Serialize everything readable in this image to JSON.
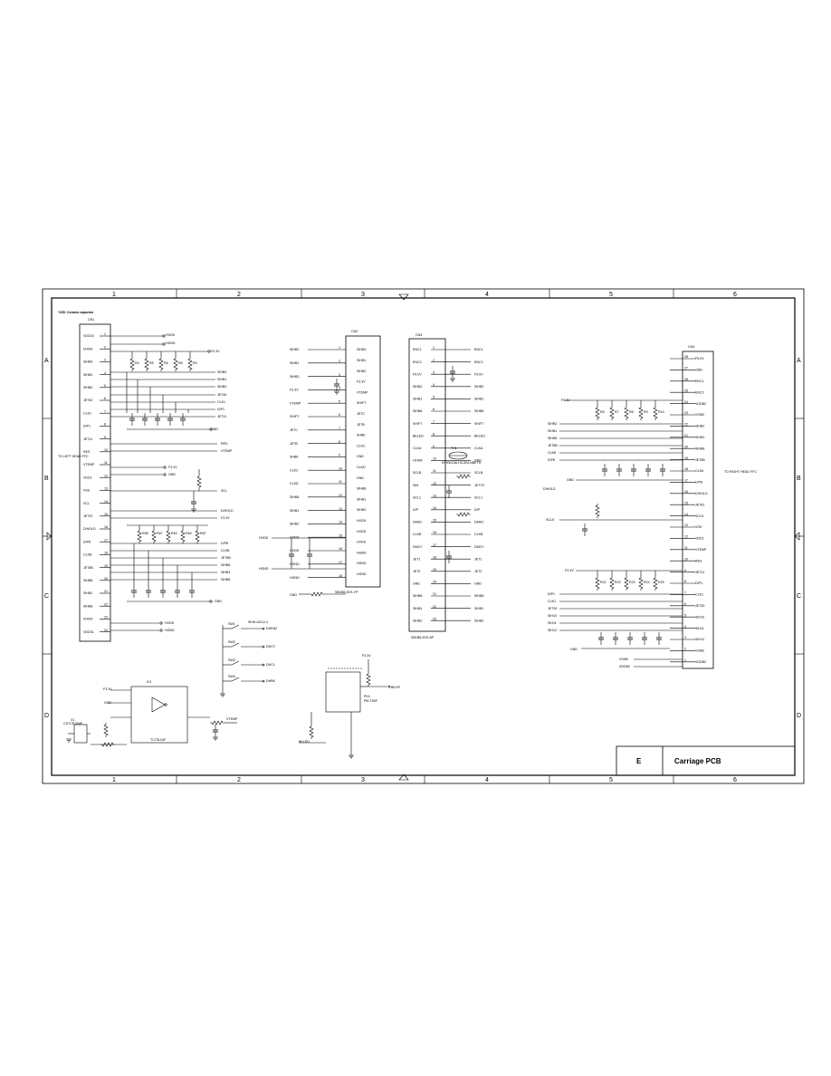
{
  "sheet": {
    "note": "*1/50: Ceramic capacitor",
    "columns": [
      "1",
      "2",
      "3",
      "4",
      "5",
      "6"
    ],
    "rows": [
      "A",
      "B",
      "C",
      "D"
    ],
    "block_letter": "E",
    "board_title": "Carriage PCB"
  },
  "cn1": {
    "ref": "CN1",
    "annotation": "TO LEFT HEAD FFC",
    "pins": [
      {
        "n": "1",
        "net": "VDD15"
      },
      {
        "n": "2",
        "net": "VHNO"
      },
      {
        "n": "3",
        "net": "SIHB3"
      },
      {
        "n": "4",
        "net": "SIHB1"
      },
      {
        "n": "5",
        "net": "SIHB2"
      },
      {
        "n": "6",
        "net": "JET40"
      },
      {
        "n": "7",
        "net": "CLK1"
      },
      {
        "n": "8",
        "net": "D/P1"
      },
      {
        "n": "9",
        "net": "JET11"
      },
      {
        "n": "10",
        "net": "RES"
      },
      {
        "n": "11",
        "net": "VTEMP"
      },
      {
        "n": "12",
        "net": "VDD1"
      },
      {
        "n": "13",
        "net": "VSS"
      },
      {
        "n": "14",
        "net": "SCL"
      },
      {
        "n": "15",
        "net": "JET20"
      },
      {
        "n": "16",
        "net": "D/HOLD"
      },
      {
        "n": "17",
        "net": "D/P8"
      },
      {
        "n": "18",
        "net": "CLKB"
      },
      {
        "n": "19",
        "net": "JET8B"
      },
      {
        "n": "20",
        "net": "SIHB8"
      },
      {
        "n": "21",
        "net": "SIHB1"
      },
      {
        "n": "22",
        "net": "SIHB8"
      },
      {
        "n": "23",
        "net": "VHNO"
      },
      {
        "n": "24",
        "net": "VDDSL"
      }
    ]
  },
  "cn2": {
    "ref": "CN2",
    "part": "SB1B8-2DS-YP",
    "left": [
      "SIHB2",
      "SIHB1",
      "SIHB3",
      "F3.3V",
      "VTEMP",
      "SHIFT",
      "JETC",
      "JETB",
      "SHBK",
      "CLKC",
      "CLKD",
      "SIHB8",
      "SIHB1",
      "SIHB2",
      "HVDD",
      "HVDD",
      "HGND",
      "HGND"
    ],
    "right": [
      "SIHB3",
      "SIHB1",
      "SIHB2",
      "F3.3V",
      "VTEMP",
      "SHIFT",
      "JETC",
      "JETB",
      "SHBK",
      "CLKC",
      "GND",
      "CLKD",
      "GND",
      "SIHB8",
      "SIHB1",
      "SIHB2",
      "HVDD",
      "HVDD",
      "HVDD",
      "HGND",
      "HGND",
      "HGND"
    ]
  },
  "cn3": {
    "ref": "CN3",
    "part": "SB1B8-2DS-6P",
    "left": [
      "ENC1",
      "ENC2",
      "F5.0V",
      "SIHB2",
      "SIHB1",
      "SIHB8",
      "SHIFT",
      "BKLED",
      "CLKA",
      "HTHM",
      "SCLB",
      "SIM",
      "SCL1",
      "D/P",
      "DMKC",
      "CLKB",
      "DMCY",
      "JET1",
      "JET2",
      "GND",
      "SIHB8",
      "SIHB1",
      "SIHB2"
    ],
    "right": [
      "ENC1",
      "ENC2",
      "F5.0V",
      "SIHB2",
      "SIHB1",
      "SIHB8",
      "SHIFT",
      "BKLED",
      "CLKA",
      "GND",
      "SCLB",
      "JETTO",
      "SCL1",
      "D/P",
      "DMKC",
      "CLKB",
      "DMCY",
      "JET1",
      "JET2",
      "GND",
      "SIHB8",
      "SIHB1",
      "SIHB2"
    ],
    "thermistor": "TH1",
    "thermistor_part": "NTH5G16LH3-504-NBETH"
  },
  "cn4": {
    "ref": "CN4",
    "annotation": "TO RIGHT HEAD FFC",
    "pins": [
      {
        "n": "28",
        "net": "F5.0V"
      },
      {
        "n": "27",
        "net": "GND"
      },
      {
        "n": "26",
        "net": "ENC1"
      },
      {
        "n": "25",
        "net": "ENC2"
      },
      {
        "n": "24",
        "net": "VDDB2"
      },
      {
        "n": "23",
        "net": "VSHB"
      },
      {
        "n": "22",
        "net": "SIHB2"
      },
      {
        "n": "21",
        "net": "SIHB1"
      },
      {
        "n": "20",
        "net": "SIHB8"
      },
      {
        "n": "19",
        "net": "JET8B"
      },
      {
        "n": "18",
        "net": "CLK8"
      },
      {
        "n": "17",
        "net": "D/P8"
      },
      {
        "n": "16",
        "net": "D/HOLD"
      },
      {
        "n": "15",
        "net": "JET81"
      },
      {
        "n": "14",
        "net": "SCLK"
      },
      {
        "n": "13",
        "net": "VSS"
      },
      {
        "n": "12",
        "net": "VDD1"
      },
      {
        "n": "11",
        "net": "VTEMP"
      },
      {
        "n": "10",
        "net": "RES"
      },
      {
        "n": "9",
        "net": "JET11"
      },
      {
        "n": "8",
        "net": "D/P1"
      },
      {
        "n": "7",
        "net": "CLK1"
      },
      {
        "n": "6",
        "net": "JET30"
      },
      {
        "n": "5",
        "net": "SIH10"
      },
      {
        "n": "4",
        "net": "SIH11"
      },
      {
        "n": "3",
        "net": "SIH12"
      },
      {
        "n": "2",
        "net": "VSHB"
      },
      {
        "n": "1",
        "net": "VDDB2"
      }
    ]
  },
  "power_nets": [
    "F3.3V",
    "F5.0V",
    "HVDD",
    "HGND",
    "GND",
    "VDD1",
    "VSS",
    "D/HOLD"
  ],
  "switches": {
    "part": "SKHLAG12-4",
    "items": [
      {
        "ref": "SW1",
        "net": "DHKN2"
      },
      {
        "ref": "SW2",
        "net": "DHCY"
      },
      {
        "ref": "SW3",
        "net": "DHCL"
      },
      {
        "ref": "SW4",
        "net": "DHBK"
      }
    ]
  },
  "regulator": {
    "ref": "IC1",
    "part": "TC7SL04F",
    "input": "F3.3V",
    "crystal": "X1",
    "crystal_part": "CSTCE10M0"
  },
  "sensor": {
    "ref": "PH1",
    "part": "PM-T50F",
    "led_net": "BKLED",
    "output": "BKOP",
    "supply": "F3.3V"
  },
  "resistor_banks": {
    "left_top": [
      "R4",
      "R5",
      "R6",
      "R8",
      "R9"
    ],
    "left_bottom": [
      "R58",
      "R67",
      "R63",
      "R64",
      "R67"
    ],
    "right_top": [
      "R6",
      "R7",
      "R8",
      "R9",
      "R10"
    ],
    "right_bottom": [
      "R21",
      "R22",
      "R23",
      "R24",
      "R25"
    ]
  }
}
